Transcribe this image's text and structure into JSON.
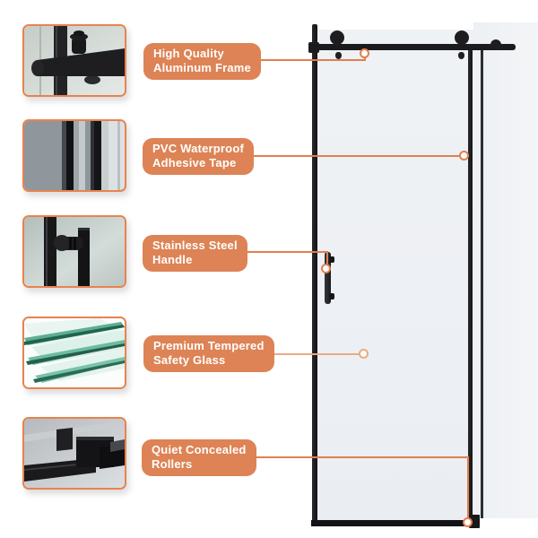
{
  "callouts": [
    {
      "id": "frame",
      "label": "High Quality\nAluminum Frame"
    },
    {
      "id": "tape",
      "label": "PVC Waterproof\nAdhesive Tape"
    },
    {
      "id": "handle",
      "label": "Stainless Steel\nHandle"
    },
    {
      "id": "glass",
      "label": "Premium Tempered\nSafety Glass"
    },
    {
      "id": "rollers",
      "label": "Quiet Concealed\nRollers"
    }
  ],
  "thumbnails": [
    {
      "icon": "aluminum-frame-closeup-image"
    },
    {
      "icon": "adhesive-tape-closeup-image"
    },
    {
      "icon": "handle-closeup-image"
    },
    {
      "icon": "tempered-glass-closeup-image"
    },
    {
      "icon": "concealed-rollers-closeup-image"
    }
  ],
  "colors": {
    "background": "#ffffff",
    "label_bg": "#dd8355",
    "label_text": "#ffffff",
    "callout_line": "#e0804c",
    "callout_line_light": "#ecaa80",
    "thumbnail_border": "#e8834e",
    "frame_black": "#1b1b1d",
    "glass_tint": "#edf0f4",
    "glass_tint_light": "#f2f4f7"
  }
}
